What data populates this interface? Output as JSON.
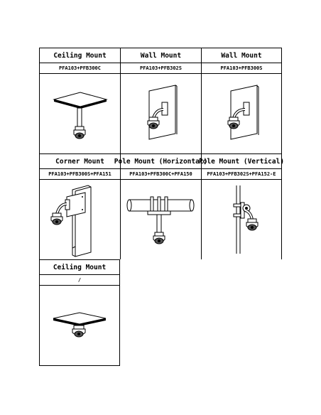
{
  "rows": [
    [
      {
        "title": "Ceiling Mount",
        "model": "PFA103+PFB300C",
        "icon": "ceiling-mount-long-icon"
      },
      {
        "title": "Wall Mount",
        "model": "PFA103+PFB302S",
        "icon": "wall-mount-icon"
      },
      {
        "title": "Wall Mount",
        "model": "PFA103+PFB300S",
        "icon": "wall-mount-icon"
      }
    ],
    [
      {
        "title": "Corner Mount",
        "model": "PFA103+PFB300S+PFA151",
        "icon": "corner-mount-icon"
      },
      {
        "title": "Pole Mount (Horizontal)",
        "model": "PFA103+PFB300C+PFA150",
        "icon": "pole-mount-horizontal-icon"
      },
      {
        "title": "Pole Mount (Vertical)",
        "model": "PFA103+PFB302S+PFA152-E",
        "icon": "pole-mount-vertical-icon"
      }
    ],
    [
      {
        "title": "Ceiling Mount",
        "model": "/",
        "icon": "ceiling-mount-short-icon"
      }
    ]
  ]
}
